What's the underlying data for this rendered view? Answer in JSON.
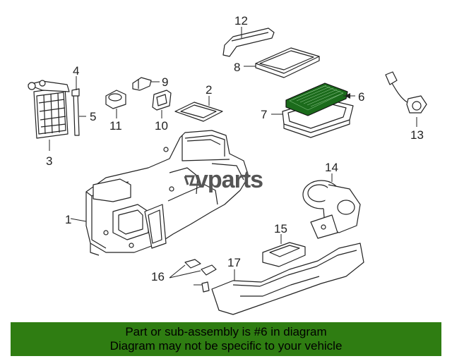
{
  "watermark": "vparts",
  "callouts": [
    "1",
    "2",
    "3",
    "4",
    "5",
    "6",
    "7",
    "8",
    "9",
    "10",
    "11",
    "12",
    "13",
    "14",
    "15",
    "16",
    "17"
  ],
  "highlighted_part": "6",
  "colors": {
    "highlight": "#1b6b1b",
    "banner": "#2f7d12",
    "ink": "#222222",
    "watermark": "#555555"
  },
  "banner": {
    "line1": "Part or sub-assembly is #6 in diagram",
    "line2": "Diagram may not be specific to your vehicle"
  }
}
